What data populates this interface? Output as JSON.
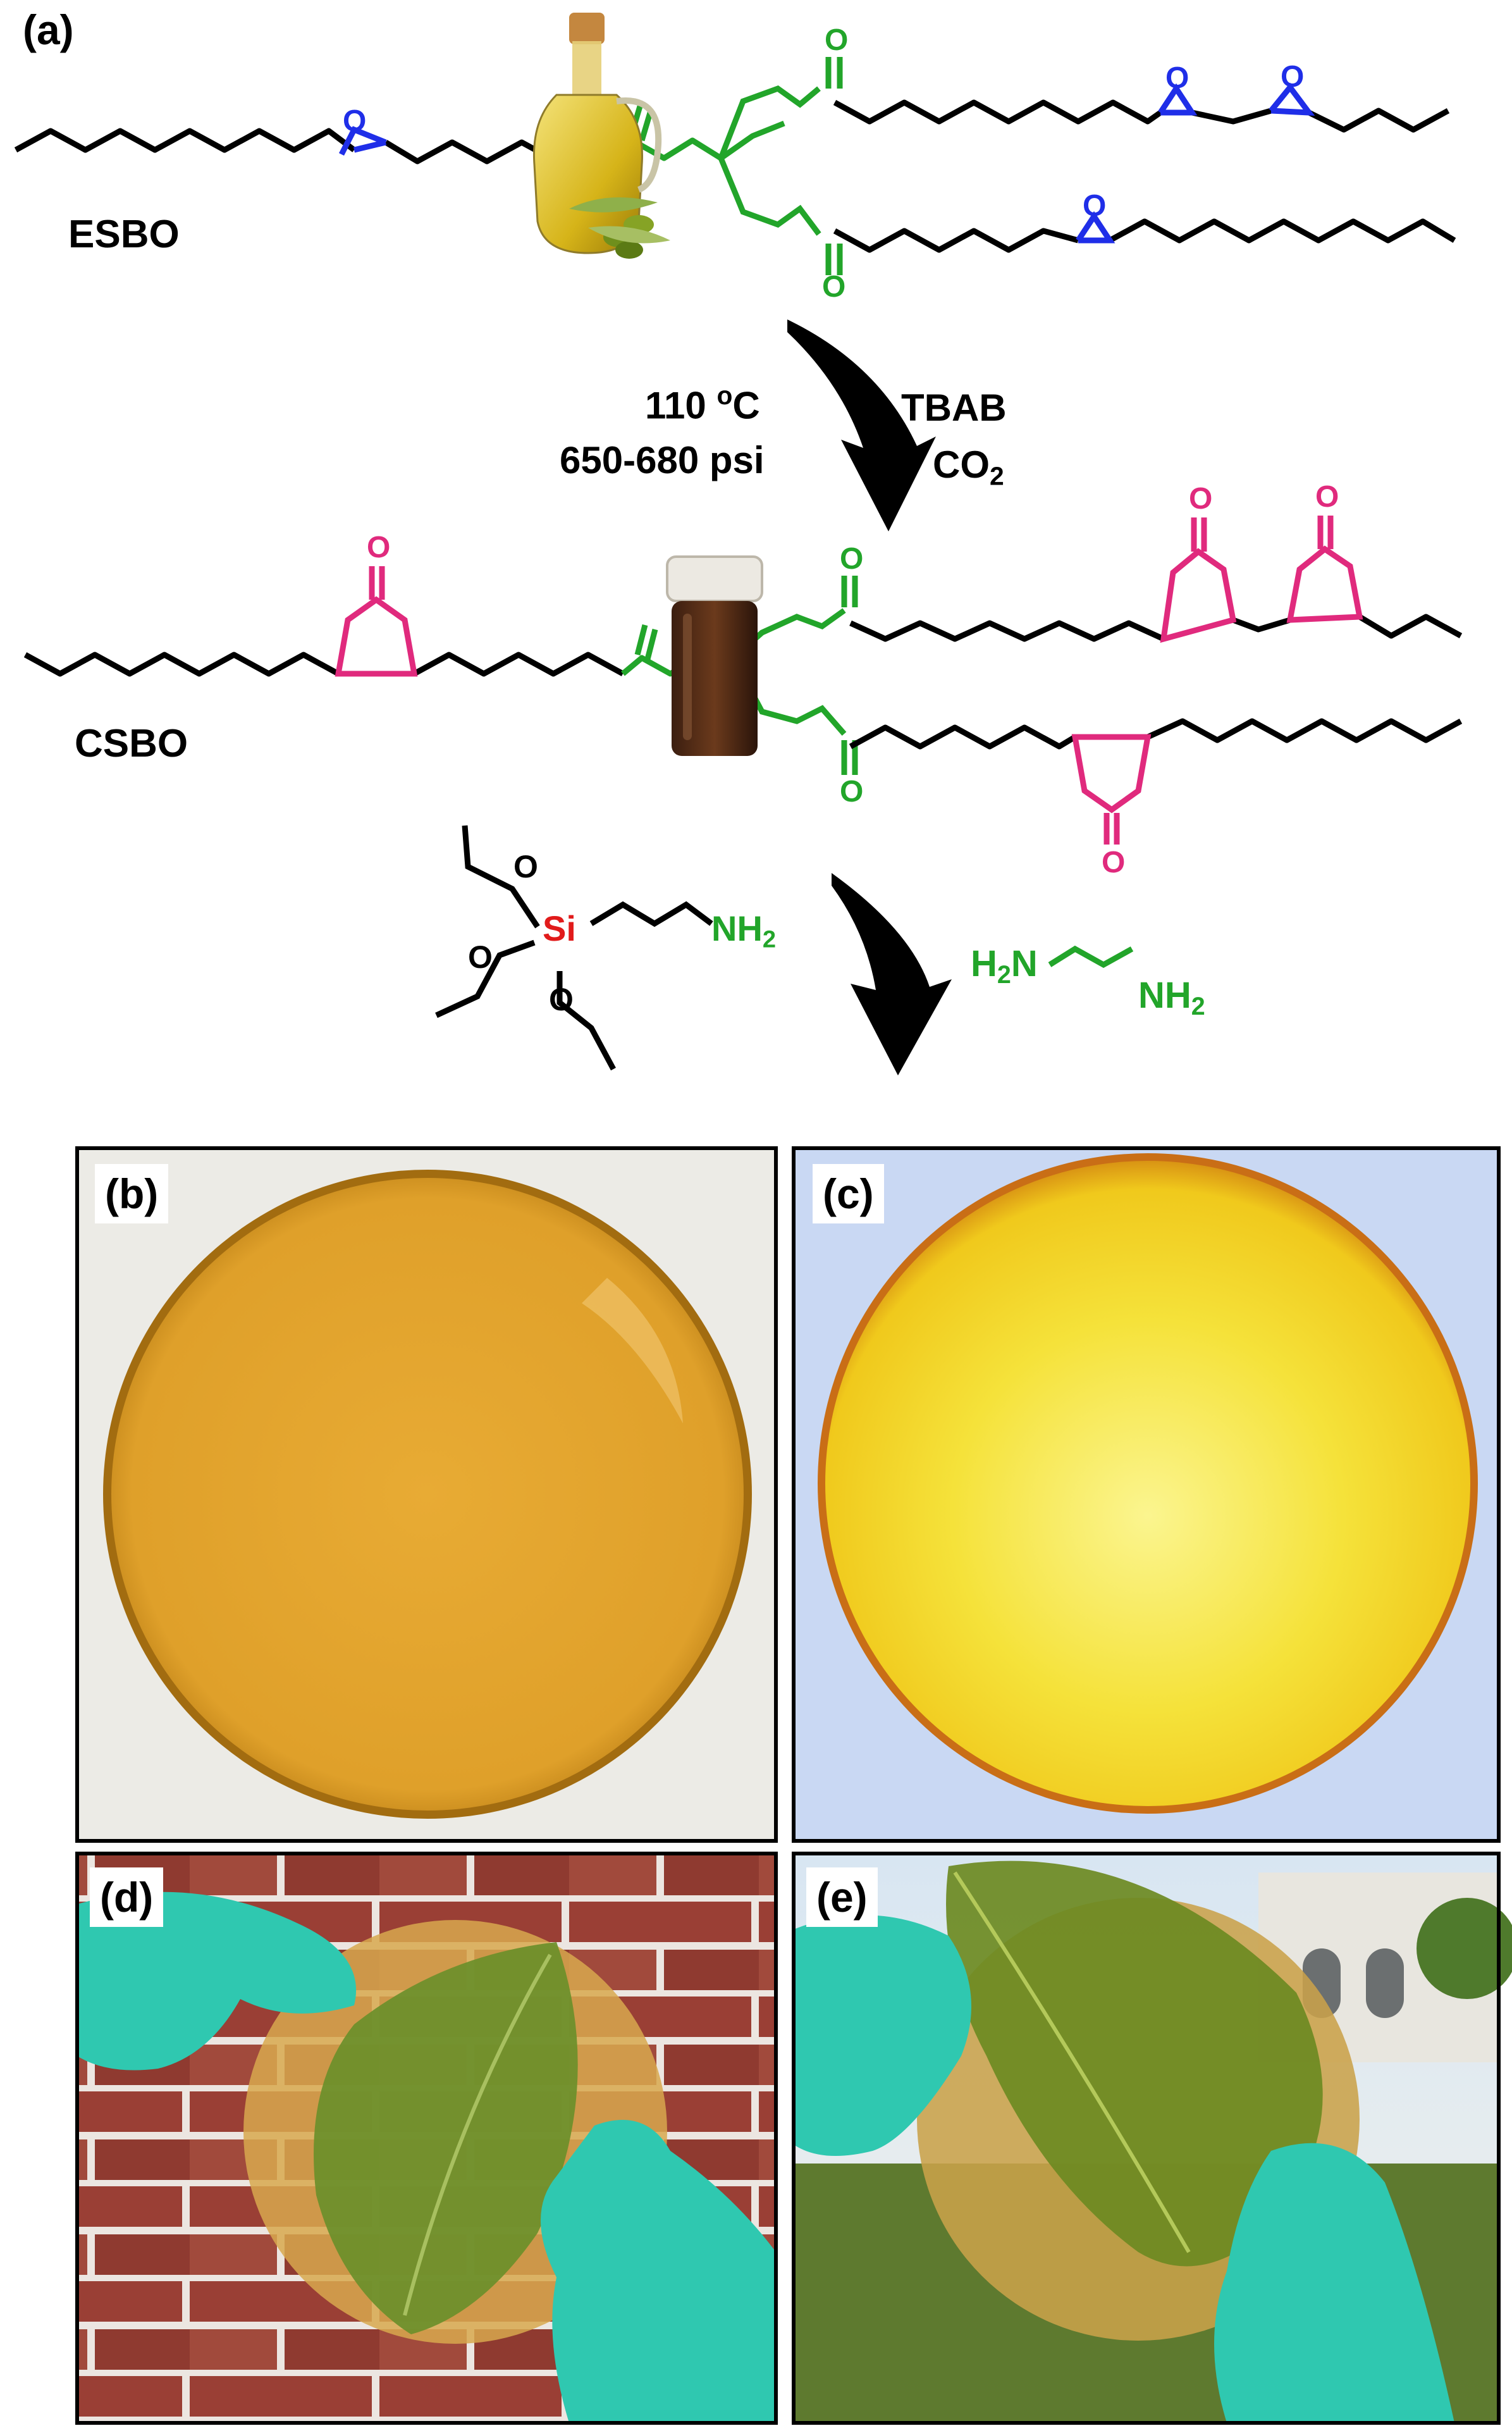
{
  "panel_labels": {
    "a": "(a)",
    "b": "(b)",
    "c": "(c)",
    "d": "(d)",
    "e": "(e)"
  },
  "molecules": {
    "esbo": "ESBO",
    "csbo": "CSBO",
    "atom_o": "O",
    "atom_si": "Si",
    "aptes_amine": {
      "base": "NH",
      "sub": "2"
    },
    "eda": {
      "h2_base": "H",
      "h2_sub": "2",
      "n1": "N",
      "nh2_base": "NH",
      "nh2_sub": "2"
    }
  },
  "conditions": {
    "temperature": {
      "value": "110 ",
      "sup": "o",
      "unit": "C"
    },
    "pressure": "650-680 psi",
    "catalyst": "TBAB",
    "gas": {
      "base": "CO",
      "sub": "2"
    }
  },
  "colors": {
    "chain": "#000000",
    "epoxide": "#1f2ee8",
    "ester": "#22a52a",
    "carbonate": "#e02a7d",
    "silicon": "#e11b1b",
    "amine": "#22a52a",
    "film_b": "#e3a52b",
    "film_c": "#f1d21a",
    "leaf": "#6b8f2a",
    "glove": "#2fc8b0"
  }
}
